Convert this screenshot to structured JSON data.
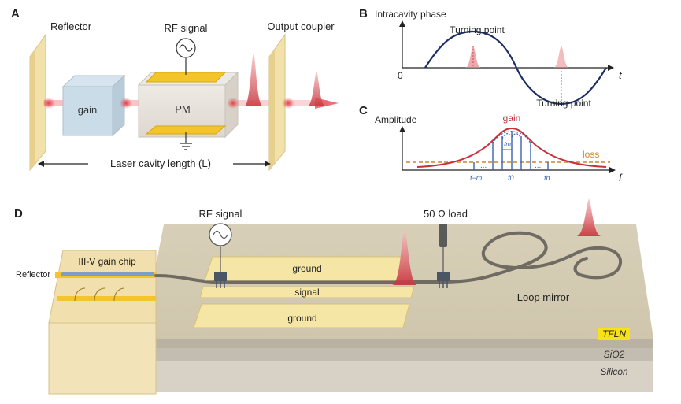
{
  "panels": {
    "A": {
      "letter": "A",
      "reflector": "Reflector",
      "rf_signal": "RF signal",
      "output_coupler": "Output coupler",
      "gain": "gain",
      "pm": "PM",
      "cavity_length": "Laser cavity length (L)"
    },
    "B": {
      "letter": "B",
      "ylabel": "Intracavity phase",
      "turning_point_top": "Turning point",
      "turning_point_bottom": "Turning point",
      "origin": "0",
      "xlabel": "t"
    },
    "C": {
      "letter": "C",
      "ylabel": "Amplitude",
      "gain": "gain",
      "loss": "loss",
      "xlabel": "f",
      "freqs": {
        "fm_minus": "f−m",
        "fm": "fm",
        "f0": "f0",
        "fn": "fn"
      },
      "dots": "..."
    },
    "D": {
      "letter": "D",
      "rf_signal": "RF signal",
      "load": "50 Ω load",
      "gain_chip": "III-V gain chip",
      "reflector": "Reflector",
      "ground_top": "ground",
      "signal": "signal",
      "ground_bottom": "ground",
      "loop_mirror": "Loop mirror",
      "layers": {
        "tfln": "TFLN",
        "sio2": "SiO2",
        "silicon": "Silicon"
      }
    }
  },
  "colors": {
    "curve_navy": "#1f2f66",
    "gain_red": "#c8303a",
    "loss_orange": "#c9892b",
    "mode_blue": "#3a62b0",
    "gold": "#f0c020",
    "cream": "#f4e3b4",
    "tfln_highlight": "#f7e21a"
  }
}
